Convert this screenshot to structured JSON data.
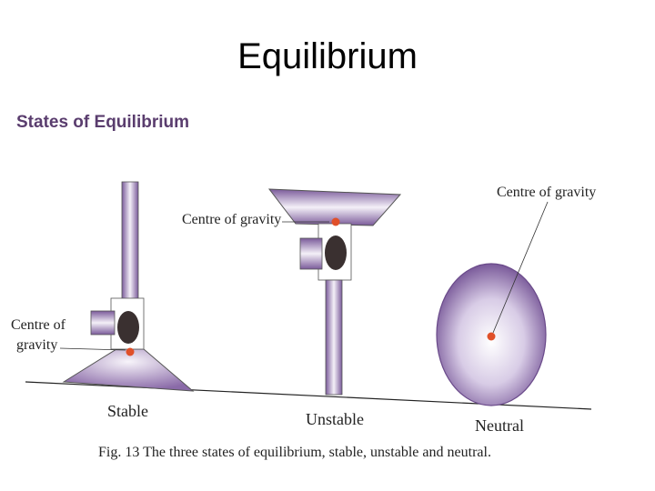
{
  "slide": {
    "title": "Equilibrium"
  },
  "figure": {
    "heading": "States of Equilibrium",
    "labels": {
      "stable_cog_line1": "Centre of",
      "stable_cog_line2": "gravity",
      "unstable_cog": "Centre of gravity",
      "neutral_cog": "Centre of gravity"
    },
    "states": {
      "stable": "Stable",
      "unstable": "Unstable",
      "neutral": "Neutral"
    },
    "caption": "Fig. 13 The three states of equilibrium, stable, unstable and neutral."
  },
  "colors": {
    "object_purple": "#8a6aa8",
    "object_light": "#f4f0f8",
    "centre_dot": "#e0502a",
    "mass_dark": "#3a3030"
  }
}
